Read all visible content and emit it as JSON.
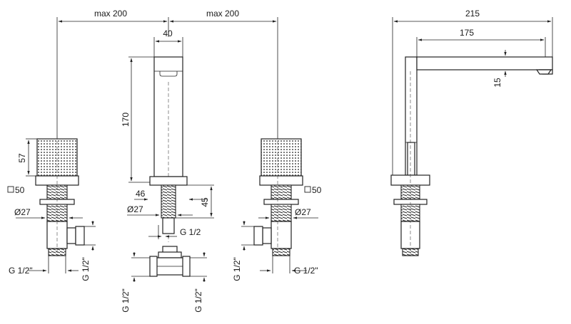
{
  "labels": {
    "max_left": "max 200",
    "max_right": "max 200",
    "spout_width": "40",
    "spout_height": "170",
    "handle_height": "57",
    "square_left": "50",
    "square_right": "50",
    "dia_left": "Ø27",
    "dia_center": "Ø27",
    "dia_right": "Ø27",
    "flange_center": "46",
    "shank_center": "45",
    "thread_center": "G 1/2",
    "thread_left_h": "G 1/2\"",
    "thread_left_v": "G 1/2\"",
    "thread_right_h": "G 1/2\"",
    "thread_right_v": "G 1/2\"",
    "tee_left_v": "G 1/2\"",
    "tee_right_v": "G 1/2\"",
    "side_total": "215",
    "side_reach": "175",
    "side_drop": "15"
  },
  "icons": {
    "square_symbol": "square-outline-icon"
  }
}
